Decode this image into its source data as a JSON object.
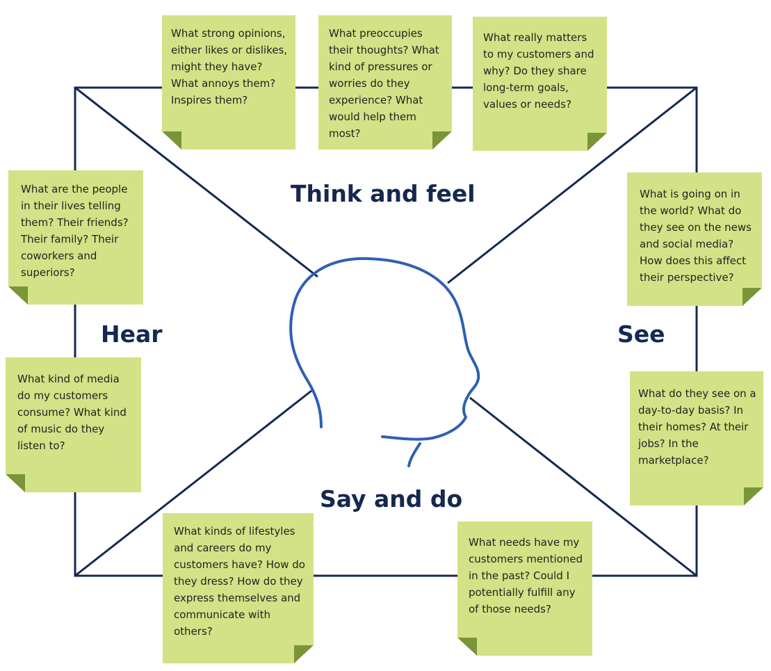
{
  "colors": {
    "frame": "#142850",
    "head_outline": "#2f5fb3",
    "note_fill": "#d3e286",
    "note_fold": "#7a9438",
    "label_text": "#142850"
  },
  "quadrants": {
    "think_and_feel": "Think and feel",
    "hear": "Hear",
    "see": "See",
    "say_and_do": "Say and do"
  },
  "notes": {
    "think_1": "What strong opinions, either likes or dislikes, might they have? What annoys them? Inspires them?",
    "think_2": "What preoccupies their thoughts? What kind of pressures or worries do they experience? What would help them most?",
    "think_3": "What really matters to my customers and why? Do they share long-term goals, values or needs?",
    "hear_1": "What are the people in their lives telling them? Their friends? Their family? Their coworkers and superiors?",
    "hear_2": "What kind of media do my customers consume? What kind of music do they listen to?",
    "see_1": "What is going on in the world? What do they see on the news and social media? How does this affect their perspective?",
    "see_2": "What do they see on a day-to-day basis? In their homes? At their jobs? In the marketplace?",
    "say_1": "What kinds of lifestyles and careers do my customers have? How do they dress? How do they express themselves and communicate with others?",
    "say_2": "What needs have my customers mentioned in the past? Could I potentially fulfill any of those needs?"
  },
  "icons": {
    "head": "head-profile-icon"
  }
}
